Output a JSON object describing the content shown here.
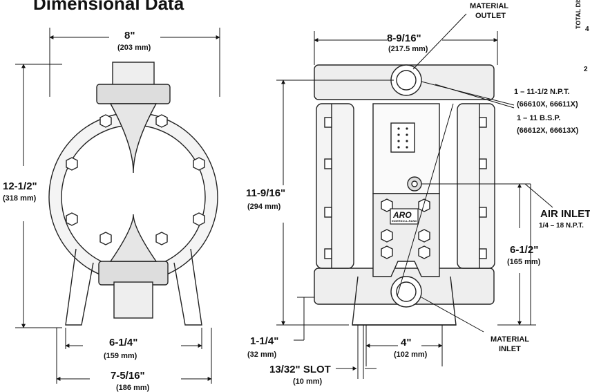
{
  "title": "Dimensional Data",
  "side_text": {
    "vertical": "TOTAL DISC",
    "n1": "4",
    "n2": "2"
  },
  "left_view": {
    "width": {
      "value": "8\"",
      "metric": "(203 mm)"
    },
    "height": {
      "value": "12-1/2\"",
      "metric": "(318 mm)"
    },
    "base_inner": {
      "value": "6-1/4\"",
      "metric": "(159 mm)"
    },
    "base_outer": {
      "value": "7-5/16\"",
      "metric": "(186 mm)"
    }
  },
  "right_view": {
    "width": {
      "value": "8-9/16\"",
      "metric": "(217.5 mm)"
    },
    "height": {
      "value": "11-9/16\"",
      "metric": "(294 mm)"
    },
    "material_outlet": [
      "MATERIAL",
      "OUTLET"
    ],
    "port_npt": {
      "line1": "1 – 11-1/2 N.P.T.",
      "line2": "(66610X, 66611X)"
    },
    "port_bsp": {
      "line1": "1 – 11 B.S.P.",
      "line2": "(66612X, 66613X)"
    },
    "air_inlet": {
      "label": "AIR INLET",
      "spec": "1/4 – 18 N.P.T."
    },
    "inlet_height": {
      "value": "6-1/2\"",
      "metric": "(165 mm)"
    },
    "foot_height": {
      "value": "1-1/4\"",
      "metric": "(32 mm)"
    },
    "base_width": {
      "value": "4\"",
      "metric": "(102 mm)"
    },
    "slot": {
      "value": "13/32\" SLOT",
      "metric": "(10 mm)"
    },
    "material_inlet": [
      "MATERIAL",
      "INLET"
    ],
    "logo": {
      "brand": "ARO",
      "sub": "INGERSOLL-RAND"
    }
  }
}
